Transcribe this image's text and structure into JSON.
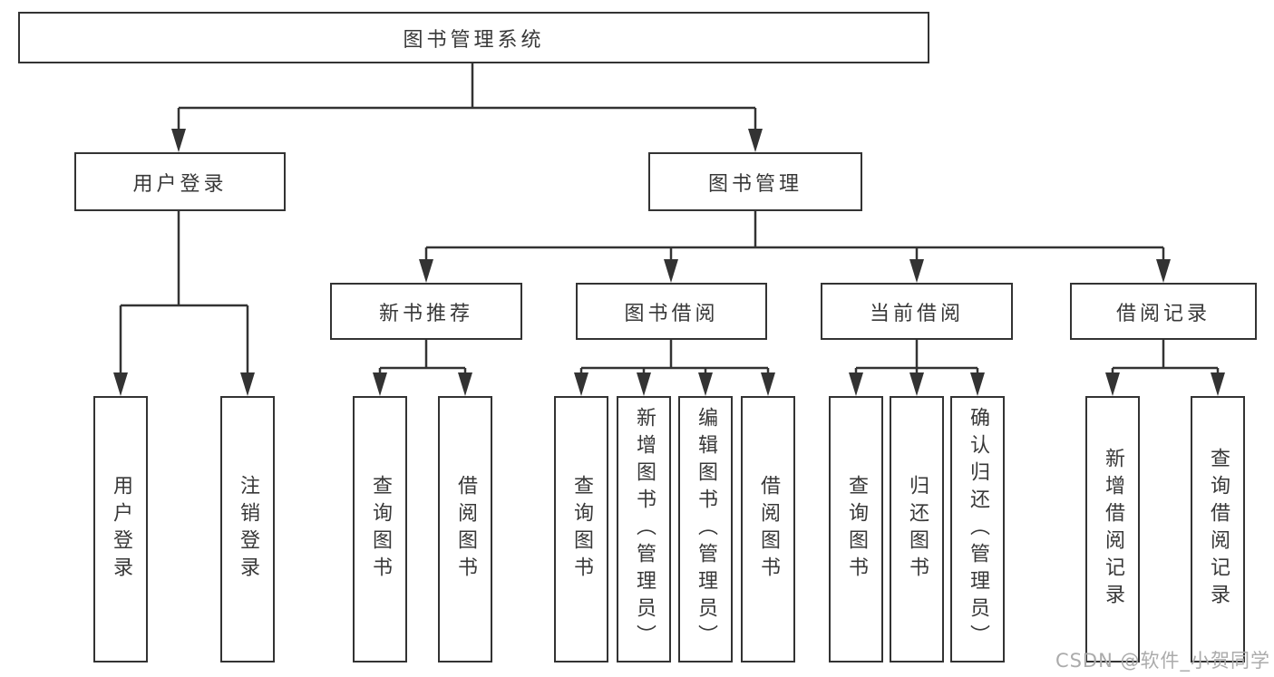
{
  "diagram": {
    "root": {
      "label": "图书管理系统"
    },
    "level1": [
      {
        "label": "用户登录"
      },
      {
        "label": "图书管理"
      }
    ],
    "level2": [
      {
        "label": "新书推荐",
        "parent": "图书管理"
      },
      {
        "label": "图书借阅",
        "parent": "图书管理"
      },
      {
        "label": "当前借阅",
        "parent": "图书管理"
      },
      {
        "label": "借阅记录",
        "parent": "图书管理"
      }
    ],
    "leaves": [
      {
        "label": "用户登录",
        "parent": "用户登录"
      },
      {
        "label": "注销登录",
        "parent": "用户登录"
      },
      {
        "label": "查询图书",
        "parent": "新书推荐"
      },
      {
        "label": "借阅图书",
        "parent": "新书推荐"
      },
      {
        "label": "查询图书",
        "parent": "图书借阅"
      },
      {
        "label": "新增图书（管理员）",
        "parent": "图书借阅"
      },
      {
        "label": "编辑图书（管理员）",
        "parent": "图书借阅"
      },
      {
        "label": "借阅图书",
        "parent": "图书借阅"
      },
      {
        "label": "查询图书",
        "parent": "当前借阅"
      },
      {
        "label": "归还图书",
        "parent": "当前借阅"
      },
      {
        "label": "确认归还（管理员）",
        "parent": "当前借阅"
      },
      {
        "label": "新增借阅记录",
        "parent": "借阅记录"
      },
      {
        "label": "查询借阅记录",
        "parent": "借阅记录"
      }
    ]
  },
  "watermark": "CSDN @软件_小贺同学",
  "colors": {
    "line": "#333333",
    "box_border": "#333333",
    "text": "#383838",
    "watermark": "#ababab",
    "background": "#ffffff"
  }
}
